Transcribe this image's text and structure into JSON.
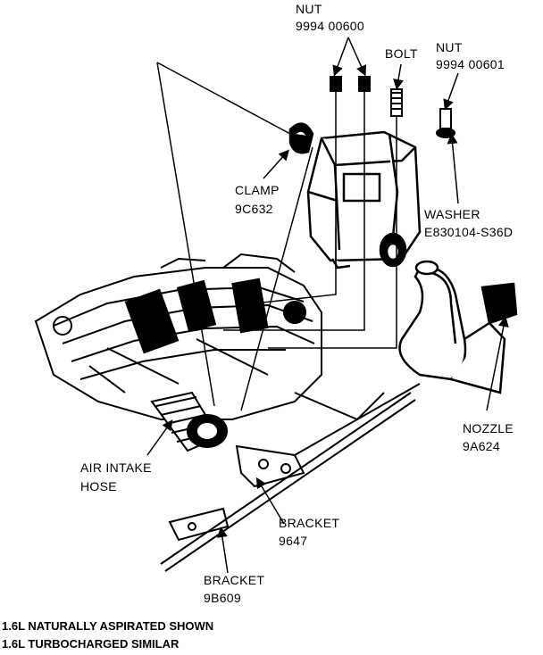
{
  "labels": {
    "nut_a": {
      "name": "NUT",
      "part": "9994 00600"
    },
    "bolt": {
      "name": "BOLT"
    },
    "nut_b": {
      "name": "NUT",
      "part": "9994 00601"
    },
    "clamp": {
      "name": "CLAMP",
      "part": "9C632"
    },
    "washer": {
      "name": "WASHER",
      "part": "E830104-S36D"
    },
    "nozzle": {
      "name": "NOZZLE",
      "part": "9A624"
    },
    "hose": {
      "name1": "AIR INTAKE",
      "name2": "HOSE"
    },
    "bracket_a": {
      "name": "BRACKET",
      "part": "9647"
    },
    "bracket_b": {
      "name": "BRACKET",
      "part": "9B609"
    }
  },
  "caption": {
    "line1": "1.6L NATURALLY ASPIRATED SHOWN",
    "line2": "1.6L TURBOCHARGED SIMILAR"
  }
}
